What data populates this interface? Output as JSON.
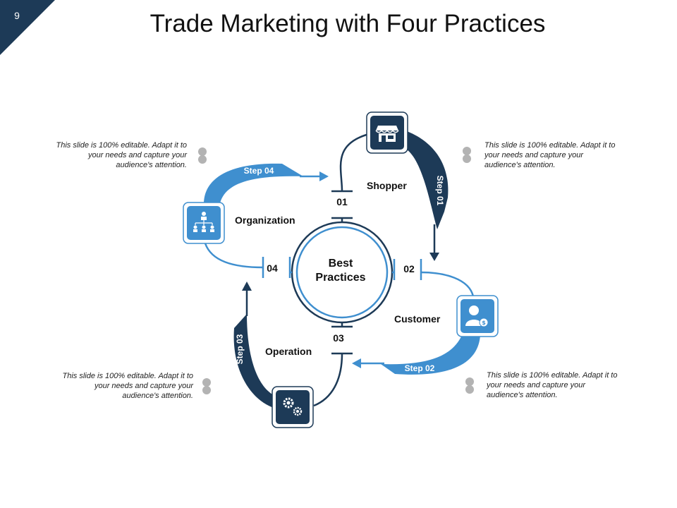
{
  "slide": {
    "number": "9",
    "title": "Trade Marketing with Four Practices"
  },
  "center": {
    "line1": "Best",
    "line2": "Practices"
  },
  "nodes": [
    {
      "num": "01",
      "label": "Shopper",
      "icon": "store-icon"
    },
    {
      "num": "02",
      "label": "Customer",
      "icon": "customer-dollar-icon"
    },
    {
      "num": "03",
      "label": "Operation",
      "icon": "gears-icon"
    },
    {
      "num": "04",
      "label": "Organization",
      "icon": "org-chart-icon"
    }
  ],
  "steps": [
    "Step 01",
    "Step 02",
    "Step 03",
    "Step 04"
  ],
  "descriptions": {
    "top_left": [
      "This slide is 100% editable. Adapt it to",
      "your needs and capture your",
      "audience's attention."
    ],
    "top_right": [
      "This slide is 100% editable. Adapt it to",
      "your needs and capture your",
      "audience's attention."
    ],
    "bottom_left": [
      "This slide is 100% editable. Adapt it to",
      "your needs and capture your",
      "audience's attention."
    ],
    "bottom_right": [
      "This slide is 100% editable. Adapt it to",
      "your needs and capture your",
      "audience's attention."
    ]
  },
  "colors": {
    "navy": "#1d3a57",
    "blue": "#3f8fcf",
    "corner": "#1d3a57",
    "bullet": "#b3b3b3"
  }
}
